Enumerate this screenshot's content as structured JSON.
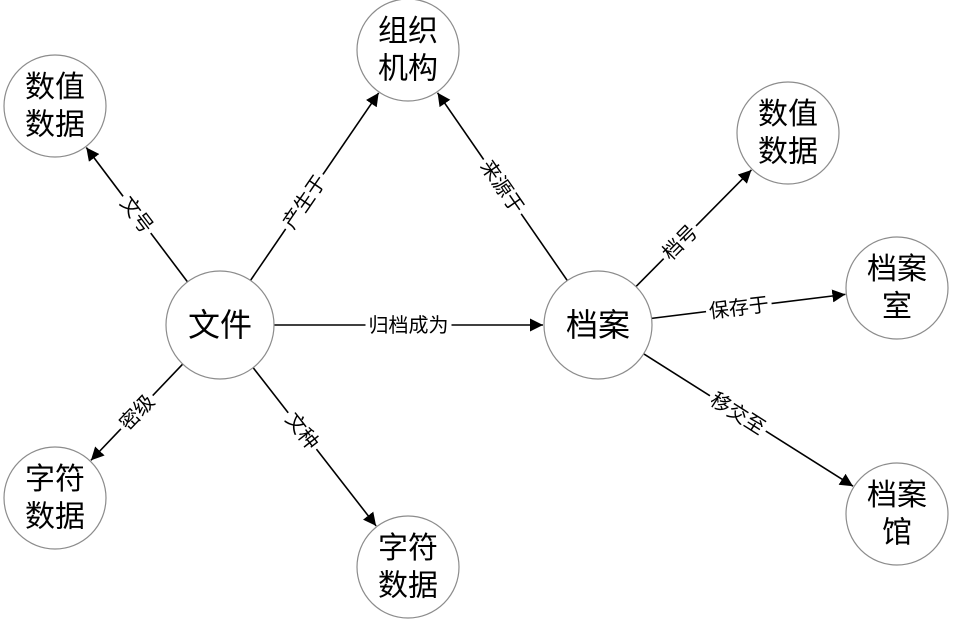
{
  "nodes": {
    "wenjian": {
      "lines": [
        "文件"
      ]
    },
    "zuzhi": {
      "lines": [
        "组织",
        "机构"
      ]
    },
    "dangan": {
      "lines": [
        "档案"
      ]
    },
    "shuzhi_left": {
      "lines": [
        "数值",
        "数据"
      ]
    },
    "zifu_left": {
      "lines": [
        "字符",
        "数据"
      ]
    },
    "zifu_bottom": {
      "lines": [
        "字符",
        "数据"
      ]
    },
    "shuzhi_right": {
      "lines": [
        "数值",
        "数据"
      ]
    },
    "danganshi": {
      "lines": [
        "档案",
        "室"
      ]
    },
    "danganguan": {
      "lines": [
        "档案",
        "馆"
      ]
    }
  },
  "edges": {
    "wenjian_shuzhi": "文号",
    "wenjian_zuzhi": "产生于",
    "wenjian_dangan": "归档成为",
    "wenjian_zifu_left": "密级",
    "wenjian_zifu_bottom": "文种",
    "dangan_zuzhi": "来源于",
    "dangan_shuzhi": "档号",
    "dangan_danganshi": "保存于",
    "dangan_danganguan": "移交至"
  },
  "colors": {
    "circle_stroke": "#8c8c8c",
    "line": "#000000",
    "text": "#000000"
  }
}
